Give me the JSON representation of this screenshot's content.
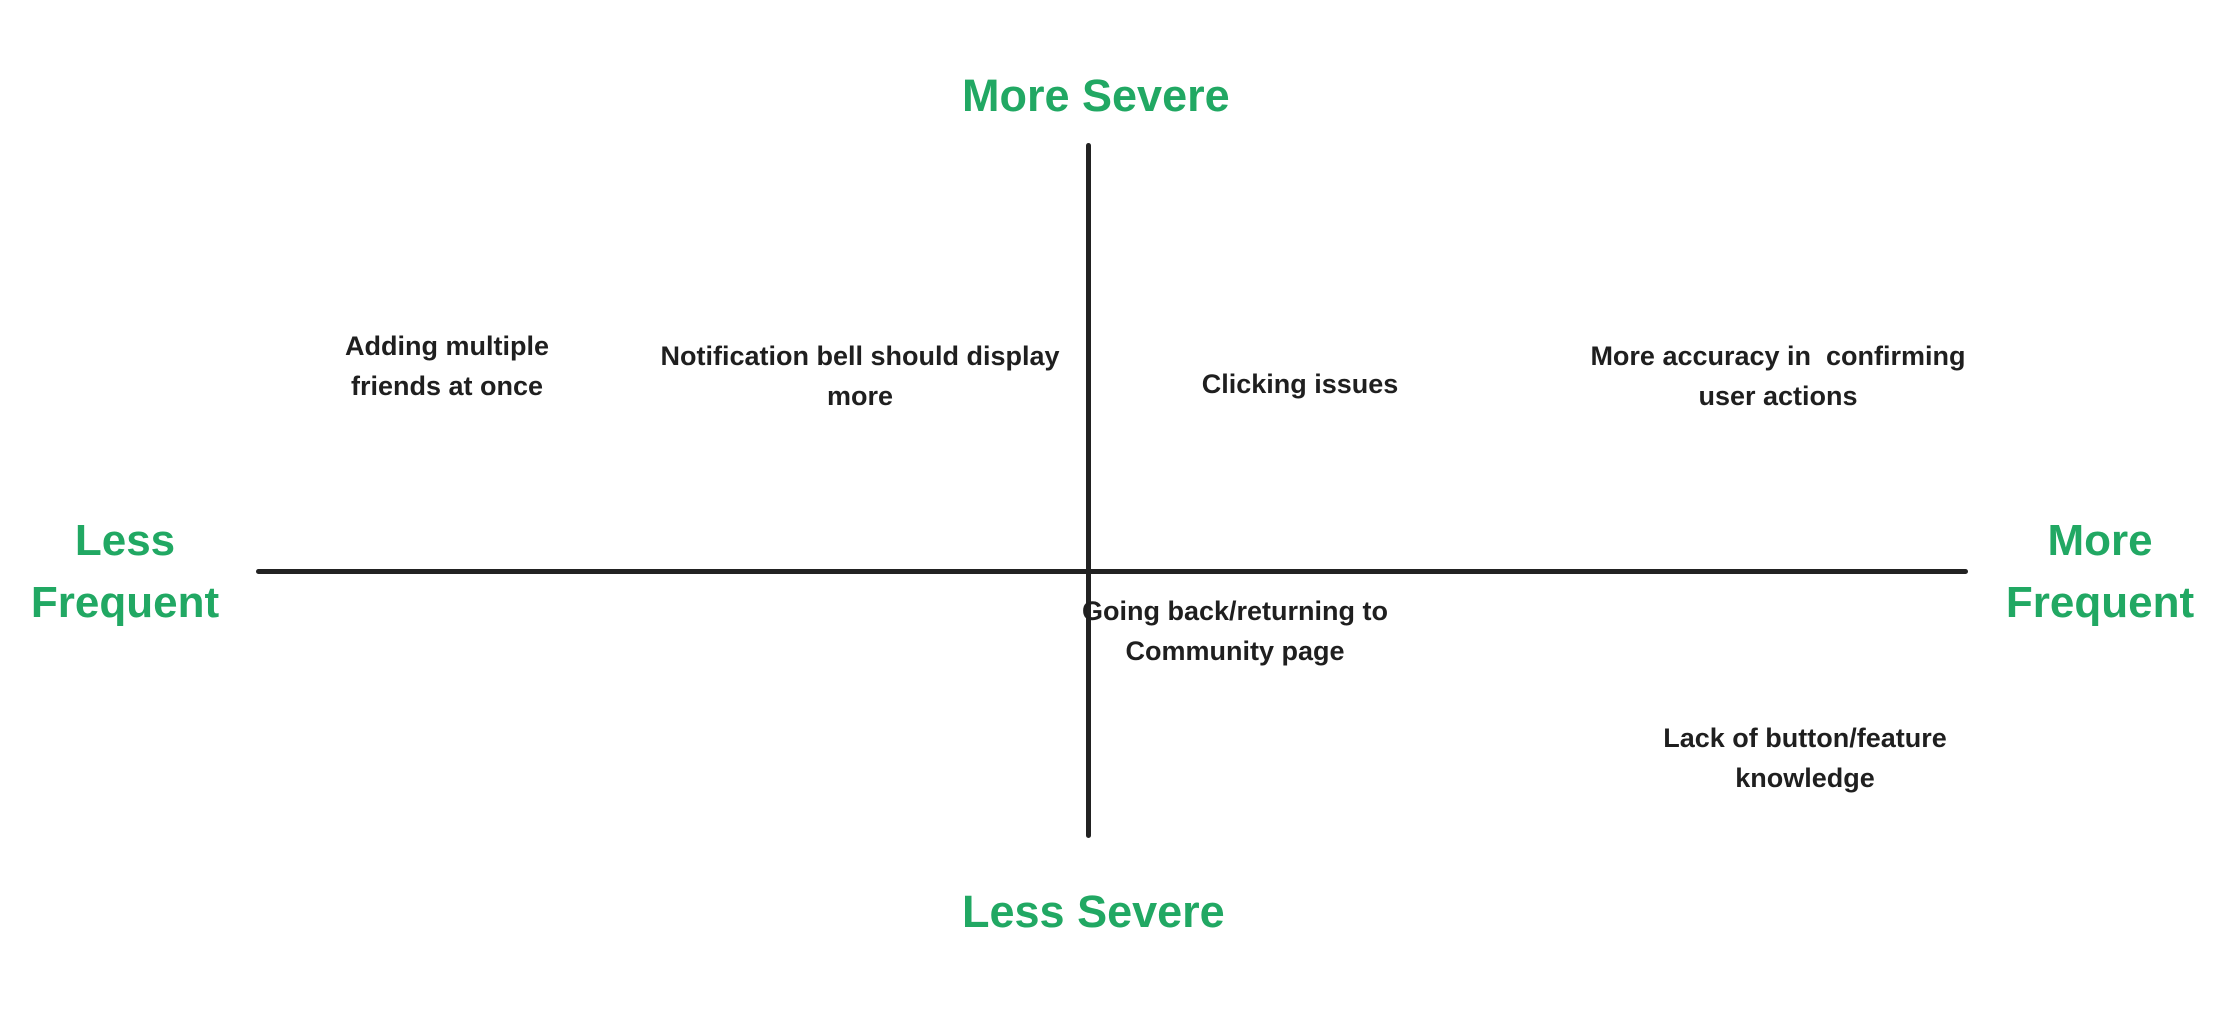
{
  "axes": {
    "top": "More Severe",
    "bottom": "Less Severe",
    "left": [
      "Less",
      "Frequent"
    ],
    "right": [
      "More",
      "Frequent"
    ]
  },
  "items": [
    {
      "lines": [
        "Adding multiple",
        "friends at once"
      ]
    },
    {
      "lines": [
        "Notification bell should display",
        "more"
      ]
    },
    {
      "lines": [
        "Clicking issues"
      ]
    },
    {
      "lines": [
        "More accuracy in  confirming",
        "user actions"
      ]
    },
    {
      "lines": [
        "Going back/returning to",
        "Community page"
      ]
    },
    {
      "lines": [
        "Lack of button/feature",
        "knowledge"
      ]
    }
  ],
  "colors": {
    "axis_label": "#21a863",
    "axis_line": "#222222",
    "item_text": "#1f1f1f",
    "background": "#ffffff"
  }
}
